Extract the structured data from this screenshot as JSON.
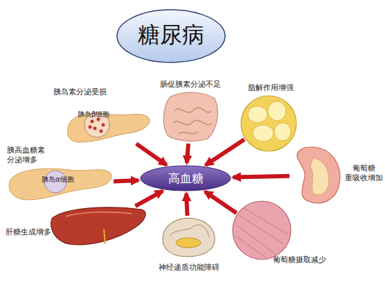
{
  "diagram": {
    "title": "糖尿病",
    "nodes": [
      {
        "text": [
          "胰岛素分泌受损",
          "胰岛β细胞"
        ]
      },
      {
        "text": [
          "肠促胰素分泌不足"
        ]
      },
      {
        "text": [
          "脂解作用增强"
        ]
      },
      {
        "text": [
          "胰高血糖素 分泌增多",
          "胰岛α细胞"
        ]
      },
      {
        "text": [
          "高血糖"
        ]
      },
      {
        "text": [
          "葡萄糖 重吸收增加"
        ]
      },
      {
        "text": [
          "肝糖生成增多"
        ]
      },
      {
        "text": [
          "神经递质功能障碍"
        ]
      },
      {
        "text": [
          "葡萄糖摄取减少"
        ]
      }
    ],
    "edges": [
      {
        "from": 0,
        "to": 4,
        "arrow": "to"
      },
      {
        "from": 1,
        "to": 4,
        "arrow": "to"
      },
      {
        "from": 2,
        "to": 4,
        "arrow": "to"
      },
      {
        "from": 3,
        "to": 4,
        "arrow": "to"
      },
      {
        "from": 5,
        "to": 4,
        "arrow": "to"
      },
      {
        "from": 6,
        "to": 4,
        "arrow": "to"
      },
      {
        "from": 7,
        "to": 4,
        "arrow": "to"
      },
      {
        "from": 8,
        "to": 4,
        "arrow": "to"
      }
    ]
  }
}
